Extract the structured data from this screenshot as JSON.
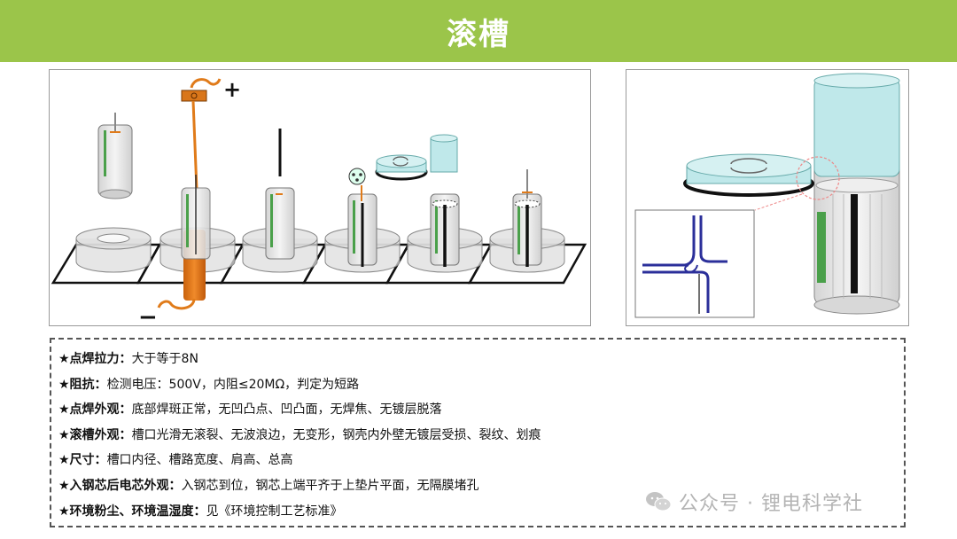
{
  "header": {
    "title": "滚槽",
    "background": "#9bc54a"
  },
  "diagram": {
    "positive_sign": "+",
    "negative_sign": "−",
    "colors": {
      "tube_fill": "#e8e8e8",
      "copper": "#e07b1a",
      "lid": "#bfe8ea",
      "outline": "#111111"
    }
  },
  "specs": [
    {
      "label": "★点焊拉力：",
      "value": "大于等于8N"
    },
    {
      "label": "★阻抗：",
      "value": "检测电压：500V，内阻≤20MΩ，判定为短路"
    },
    {
      "label": "★点焊外观：",
      "value": "底部焊斑正常，无凹凸点、凹凸面，无焊焦、无镀层脱落"
    },
    {
      "label": "★滚槽外观：",
      "value": "槽口光滑无滚裂、无波浪边，无变形，钢壳内外壁无镀层受损、裂纹、划痕"
    },
    {
      "label": "★尺寸：",
      "value": "槽口内径、槽路宽度、肩高、总高"
    },
    {
      "label": "★入钢芯后电芯外观：",
      "value": "入钢芯到位，钢芯上端平齐于上垫片平面，无隔膜堵孔"
    },
    {
      "label": "★环境粉尘、环境温湿度：",
      "value": "见《环境控制工艺标准》"
    }
  ],
  "watermark": {
    "text": "公众号 · 锂电科学社",
    "icon": "wechat-icon"
  }
}
